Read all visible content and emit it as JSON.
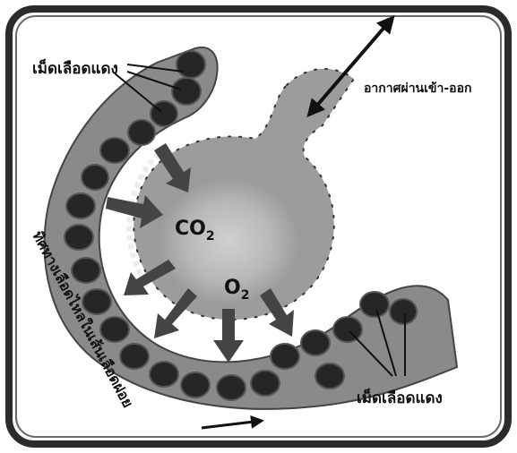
{
  "labels": {
    "rbc_top": "เม็ดเลือดแดง",
    "rbc_bottom": "เม็ดเลือดแดง",
    "air_flow": "อากาศผ่านเข้า-ออก",
    "blood_flow": "ทิศทางเลือดไหลในเส้นเลือดฝอย"
  },
  "gases": {
    "co2": "CO",
    "co2_sub": "2",
    "o2": "O",
    "o2_sub": "2"
  },
  "colors": {
    "frame": "#2b2b2b",
    "capillary": "#8a8a8a",
    "alveolus": "#9a9a9a",
    "alveolus_center": "#c4c4c4",
    "blood_cell": "#2a2a2a",
    "arrow": "#444444",
    "membrane": "#e8e8e8"
  }
}
